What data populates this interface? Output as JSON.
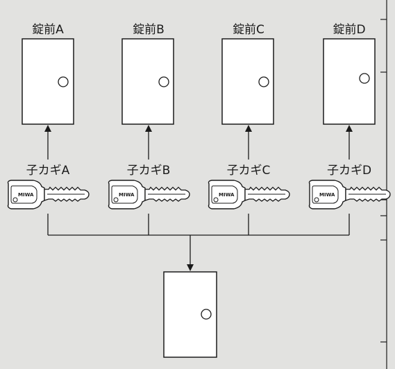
{
  "locks": [
    {
      "label": "錠前A"
    },
    {
      "label": "錠前B"
    },
    {
      "label": "錠前C"
    },
    {
      "label": "錠前D"
    }
  ],
  "keys": [
    {
      "label": "子カギA"
    },
    {
      "label": "子カギB"
    },
    {
      "label": "子カギC"
    },
    {
      "label": "子カギD"
    }
  ],
  "master_door": {
    "label": ""
  },
  "key_brand_mark": "MIWA",
  "colors": {
    "background": "#e2e2e0",
    "line": "#1a1a1a",
    "door_fill": "#ffffff",
    "key_fill": "#ffffff"
  }
}
